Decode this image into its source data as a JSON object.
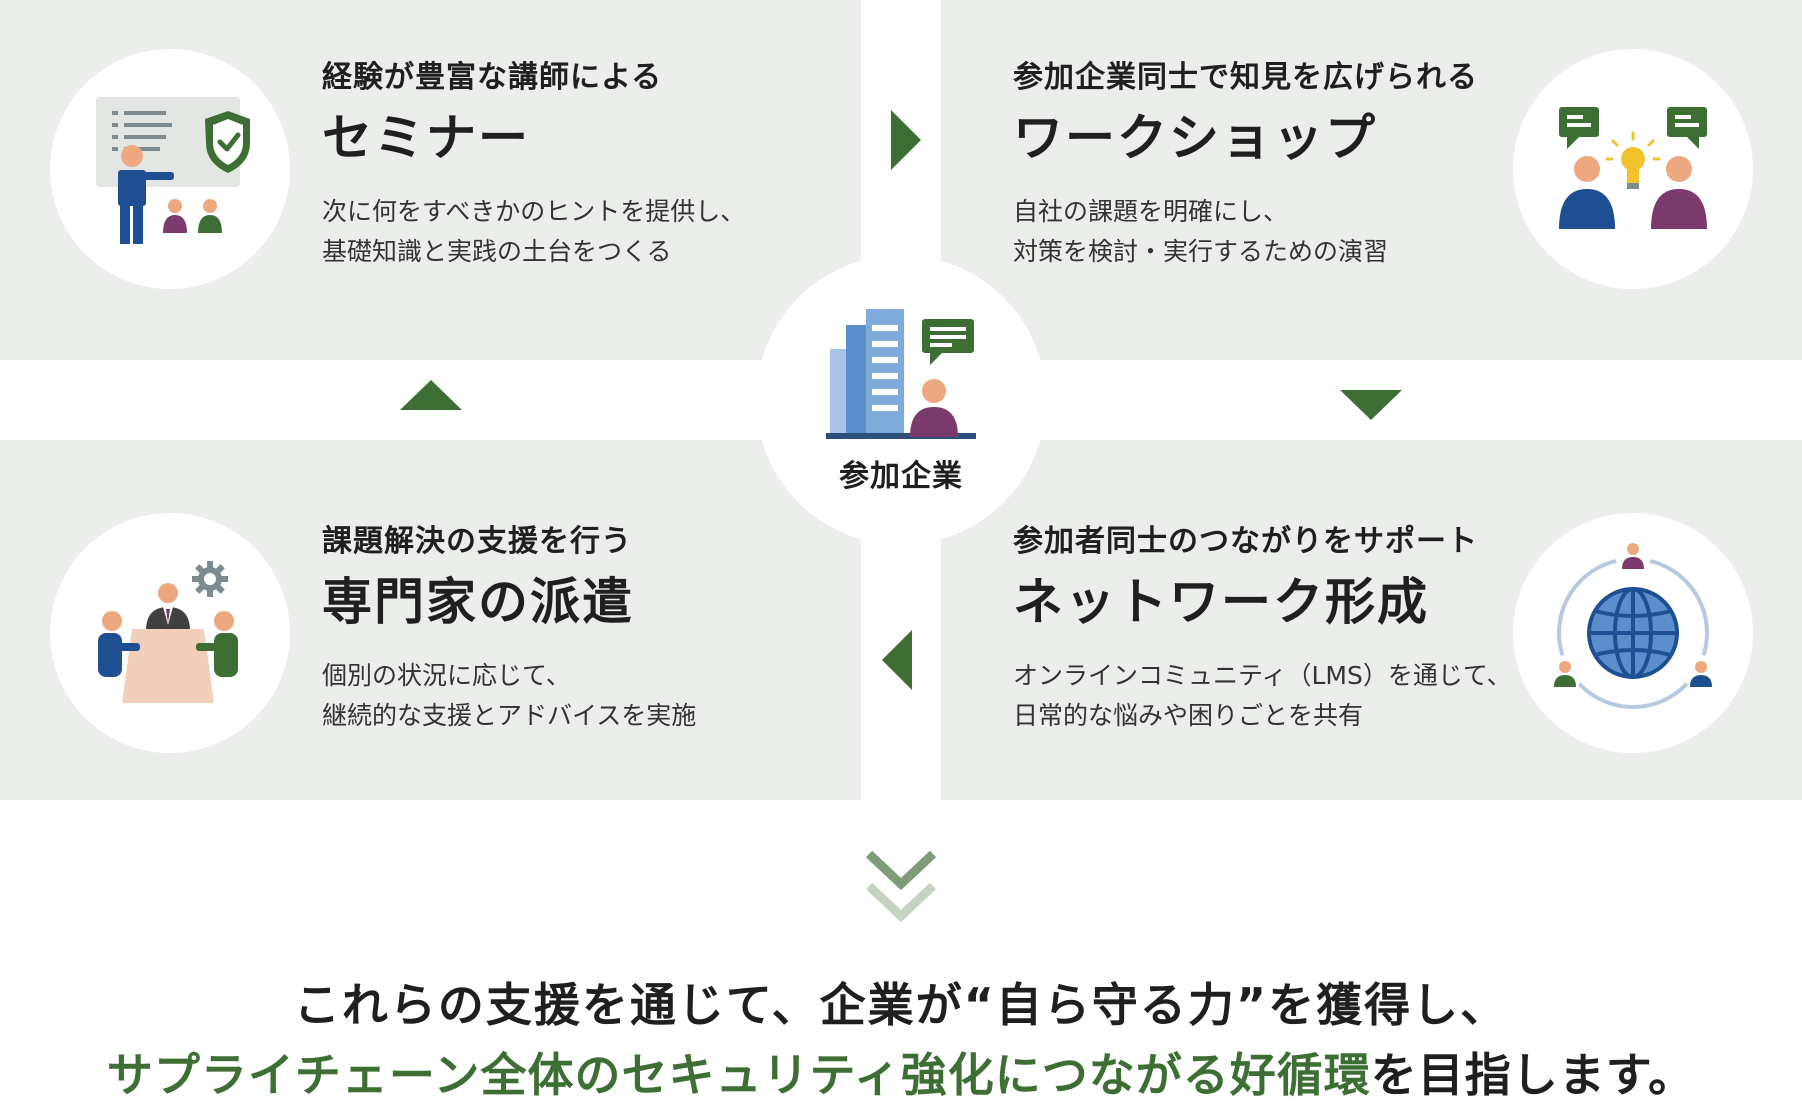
{
  "seminar": {
    "subtitle": "経験が豊富な講師による",
    "title": "セミナー",
    "desc_line1": "次に何をすべきかのヒントを提供し、",
    "desc_line2": "基礎知識と実践の土台をつくる"
  },
  "workshop": {
    "subtitle": "参加企業同士で知見を広げられる",
    "title": "ワークショップ",
    "desc_line1": "自社の課題を明確にし、",
    "desc_line2": "対策を検討・実行するための演習"
  },
  "expert": {
    "subtitle": "課題解決の支援を行う",
    "title": "専門家の派遣",
    "desc_line1": "個別の状況に応じて、",
    "desc_line2": "継続的な支援とアドバイスを実施"
  },
  "network": {
    "subtitle": "参加者同士のつながりをサポート",
    "title": "ネットワーク形成",
    "desc_line1": "オンラインコミュニティ（LMS）を通じて、",
    "desc_line2": "日常的な悩みや困りごとを共有"
  },
  "center": {
    "label": "参加企業"
  },
  "conclusion": {
    "line1": "これらの支援を通じて、企業が“自ら守る力”を獲得し、",
    "line2_highlight": "サプライチェーン全体のセキュリティ強化につながる好循環",
    "line2_rest": "を目指します。"
  },
  "colors": {
    "accent_green": "#3d6e33",
    "panel_bg": "#ebeeea",
    "person_blue": "#1e4f93",
    "person_purple": "#7a3a6c",
    "skin": "#eea87f"
  },
  "icons": [
    "seminar-presenter-icon",
    "workshop-discussion-icon",
    "expert-meeting-icon",
    "network-globe-icon",
    "company-building-icon"
  ]
}
